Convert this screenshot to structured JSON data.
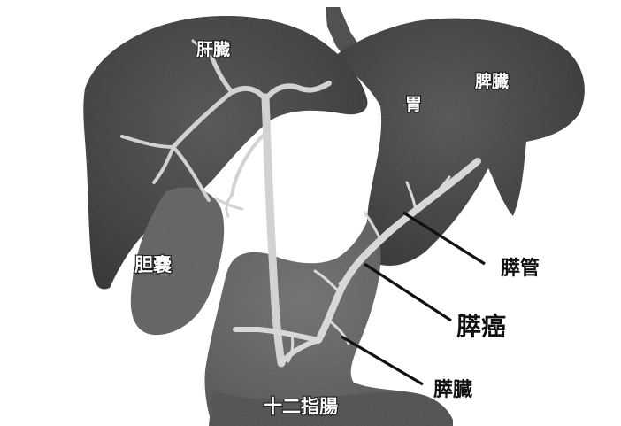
{
  "labels": {
    "liver": "肝臓",
    "stomach": "胃",
    "spleen": "脾臓",
    "gallbladder": "胆嚢",
    "duodenum": "十二指腸",
    "pancreatic_duct": "膵管",
    "pancreatic_cancer": "膵癌",
    "pancreas": "膵臓"
  },
  "colors": {
    "background": "#ffffff",
    "organ_dark": "#4a4a4a",
    "organ_mid": "#6e6e6e",
    "organ_light": "#8a8a8a",
    "duct": "#d4d4d4",
    "leader_line": "#111111"
  }
}
